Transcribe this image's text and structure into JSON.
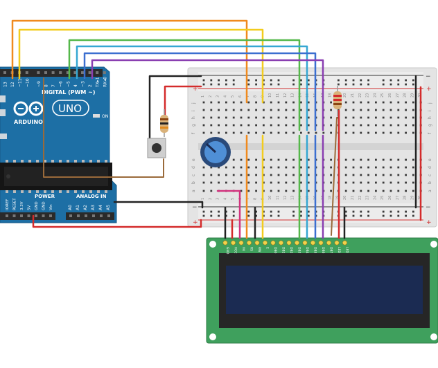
{
  "arduino": {
    "brand": "ARDUINO",
    "model": "UNO",
    "on_label": "ON",
    "digital_label": "DIGITAL (PWM ~)",
    "power_label": "POWER",
    "analog_label": "ANALOG IN",
    "digital_pins": [
      "13",
      "12",
      "~11",
      "~10",
      "~9",
      "8",
      "7",
      "~6",
      "~5",
      "4",
      "~3",
      "2",
      "TX▸1",
      "RX◂0"
    ],
    "power_pins": [
      "IOREF",
      "RESET",
      "3.3V",
      "5V",
      "GND",
      "GND",
      "Vin"
    ],
    "analog_pins": [
      "A0",
      "A1",
      "A2",
      "A3",
      "A4",
      "A5"
    ]
  },
  "breadboard": {
    "row_letters_top": [
      "j",
      "i",
      "h",
      "g",
      "f"
    ],
    "row_letters_bottom": [
      "e",
      "d",
      "c",
      "b",
      "a"
    ],
    "column_numbers": [
      "1",
      "2",
      "3",
      "4",
      "5",
      "6",
      "7",
      "8",
      "9",
      "10",
      "11",
      "12",
      "13",
      "14",
      "15",
      "16",
      "17",
      "18",
      "19",
      "20",
      "21",
      "22",
      "23",
      "24",
      "25",
      "26",
      "27",
      "28",
      "29",
      "30"
    ],
    "plus_label": "+",
    "minus_label": "−"
  },
  "lcd": {
    "pins": [
      "GND",
      "VCC",
      "V0",
      "RS",
      "RW",
      "E",
      "DB0",
      "DB1",
      "DB2",
      "DB3",
      "DB4",
      "DB5",
      "DB6",
      "DB7",
      "LED",
      "LED"
    ]
  },
  "colors": {
    "board": "#1d6fa5",
    "lcd_pcb": "#3fa05d",
    "lcd_screen": "#1b2b52",
    "wire_orange": "#f08a1e",
    "wire_yellow": "#f2cc1e",
    "wire_green": "#55b84a",
    "wire_cyan": "#35a7d2",
    "wire_blue": "#3b6fd0",
    "wire_purple": "#8a3fb1",
    "wire_black": "#222222",
    "wire_red": "#d42b2b",
    "wire_brown": "#9a6a3a",
    "wire_magenta": "#d2327e"
  }
}
